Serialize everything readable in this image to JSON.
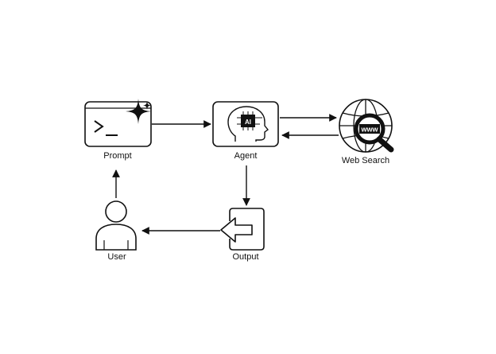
{
  "nodes": {
    "prompt": {
      "label": "Prompt",
      "icon": "terminal-sparkle-icon"
    },
    "agent": {
      "label": "Agent",
      "icon": "ai-head-icon",
      "chip_text": "AI"
    },
    "web_search": {
      "label": "Web Search",
      "icon": "globe-search-icon",
      "badge_text": "www"
    },
    "output": {
      "label": "Output",
      "icon": "output-arrow-icon"
    },
    "user": {
      "label": "User",
      "icon": "user-icon"
    }
  },
  "edges": [
    {
      "from": "prompt",
      "to": "agent"
    },
    {
      "from": "agent",
      "to": "web_search"
    },
    {
      "from": "web_search",
      "to": "agent"
    },
    {
      "from": "agent",
      "to": "output"
    },
    {
      "from": "output",
      "to": "user"
    },
    {
      "from": "user",
      "to": "prompt"
    }
  ],
  "colors": {
    "stroke": "#111111",
    "background": "#ffffff"
  }
}
